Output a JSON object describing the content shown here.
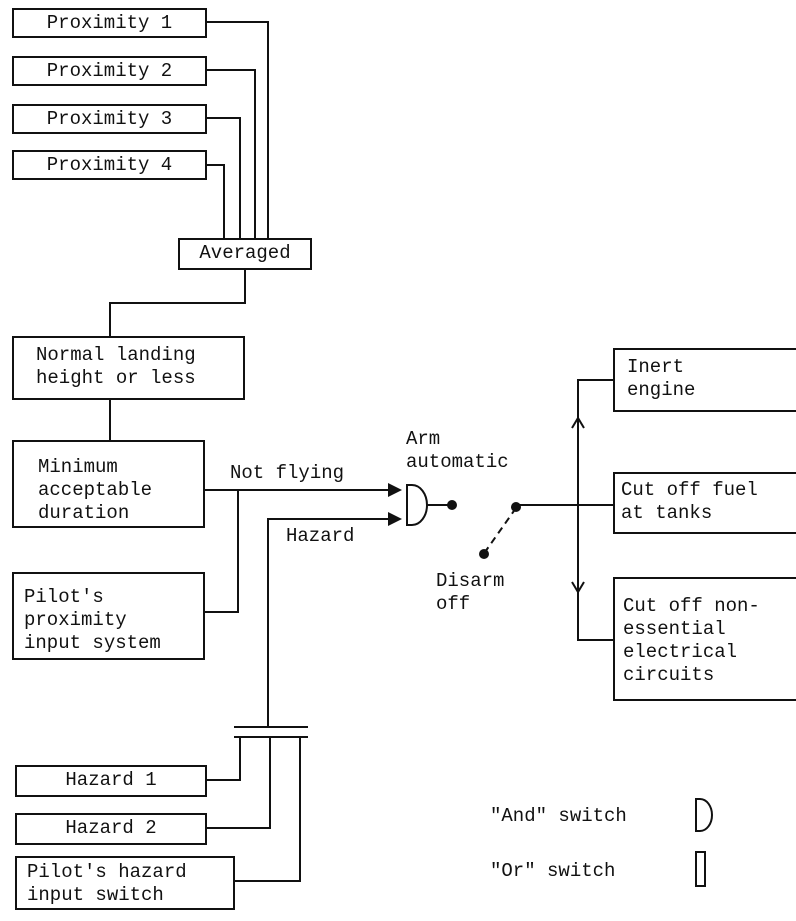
{
  "proximity": {
    "p1": "Proximity 1",
    "p2": "Proximity 2",
    "p3": "Proximity 3",
    "p4": "Proximity 4",
    "averaged": "Averaged"
  },
  "flow": {
    "normal_landing": "Normal landing\nheight or less",
    "min_duration": "Minimum\nacceptable\nduration",
    "pilot_proximity": "Pilot's\nproximity\ninput system",
    "not_flying": "Not flying",
    "hazard": "Hazard"
  },
  "hazards": {
    "h1": "Hazard 1",
    "h2": "Hazard 2",
    "pilot_hazard": "Pilot's hazard\ninput switch"
  },
  "switch": {
    "arm": "Arm\nautomatic",
    "disarm": "Disarm\noff"
  },
  "outputs": {
    "inert": "Inert\nengine",
    "fuel": "Cut off fuel\nat tanks",
    "electrical": "Cut off non-\nessential\nelectrical\ncircuits"
  },
  "legend": {
    "and_label": "\"And\" switch",
    "or_label": "\"Or\" switch"
  }
}
